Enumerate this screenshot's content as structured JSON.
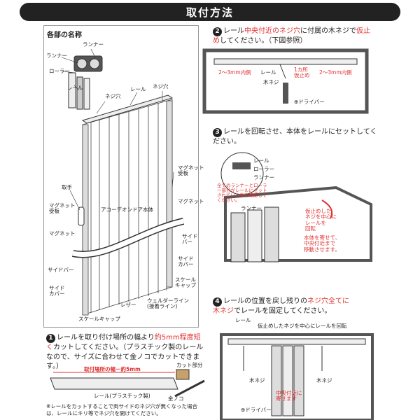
{
  "header": {
    "title": "取付方法"
  },
  "parts": {
    "heading": "各部の名称",
    "labels": {
      "runner_top": "ランナー",
      "runner": "ランナー",
      "roller": "ローラー",
      "rail": "レール",
      "screw_hole": "ネジ穴",
      "rail2": "レール",
      "screw_hole2": "ネジ穴",
      "handle": "取手",
      "magnet_receiver_left": "マグネット\n受板",
      "magnet_left": "マグネット",
      "body": "アコーデオンドア本体",
      "magnet_receiver_right": "マグネット\n受板",
      "magnet_right": "マグネット",
      "side_bar_left": "サイドバー",
      "side_cover_left": "サイド\nカバー",
      "side_bar_right": "サイド\nバー",
      "side_cover_right": "サイド\nカバー",
      "scale_cap_right": "スケール\nキャップ",
      "leather": "レザー",
      "welder_line": "ウェルダーライン\n(接着ライン)",
      "scale_cap_bottom": "スケールキャップ"
    }
  },
  "step1": {
    "number": "1",
    "text_a": "レールを取り付け場所の幅より",
    "text_red": "約5mm程度短く",
    "text_b": "カットしてください。（プラスチック製のレールなので、サイズに合わせて金ノコでカットできます。）",
    "width_label": "取付場所の幅－約5mm",
    "cut_label": "カット部分",
    "rail_label": "レール(プラスチック製)",
    "saw_label": "金ノコ",
    "note": "※レールをカットすることで両サイドのネジ穴が無くなった場合は、レールにキリ等でネジ穴を開けてください。"
  },
  "step2": {
    "number": "2",
    "text_a": "レール",
    "text_red1": "中央付近のネジ穴",
    "text_b": "に付属の木ネジで",
    "text_red2": "仮止め",
    "text_c": "してください。（下図参照）",
    "gap_left": "2～3mm内側",
    "gap_right": "2～3mm内側",
    "rail_label": "レール",
    "center_label": "1カ所\n仮止め",
    "wood_screw": "木ネジ",
    "driver": "⊕ドライバー"
  },
  "step3": {
    "number": "3",
    "text": "レールを回転させ、本体をレールにセットしてください。",
    "rail": "レール",
    "roller": "ローラー",
    "runner": "ランナー",
    "note_red": "全てのランナーとローラー部分がレールにセットされている事を確認してください。",
    "runner2": "ランナー",
    "rotate_note": "仮止めした\nネジを中心に\nレールを\n回転",
    "body_note": "本体を寄せて、\n中央付近まで\n移動させます。"
  },
  "step4": {
    "number": "4",
    "text_a": "レールの位置を戻し残りの",
    "text_red1": "ネジ穴全てに",
    "text_red2": "木ネジ",
    "text_b": "でレールを固定してください。",
    "rail": "レール",
    "rotate": "仮止めしたネジを中心にレールを回転",
    "wood_screw_left": "木ネジ",
    "wood_screw_right": "木ネジ",
    "center_note": "中央付近に\n寄せます",
    "driver": "⊕ドライバー"
  },
  "colors": {
    "accent_red": "#e03030",
    "dark": "#222222",
    "frame": "#9a9a9a"
  }
}
